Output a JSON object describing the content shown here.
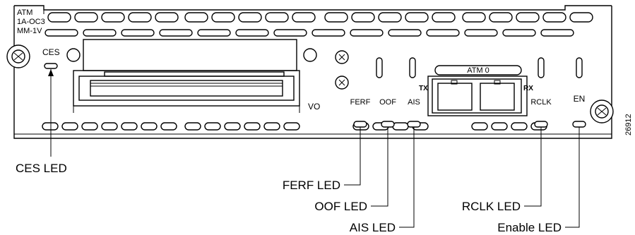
{
  "panel": {
    "module_label": [
      "ATM",
      "1A-OC3",
      "MM-1V"
    ],
    "ces_label": "CES",
    "vo_label": "VO",
    "led_labels": {
      "ferf": "FERF",
      "oof": "OOF",
      "ais": "AIS",
      "rclk": "RCLK",
      "en": "EN"
    },
    "port_label": "ATM 0",
    "tx_label": "TX",
    "rx_label": "RX"
  },
  "callouts": {
    "ces": "CES LED",
    "ferf": "FERF LED",
    "oof": "OOF LED",
    "ais": "AIS LED",
    "rclk": "RCLK LED",
    "enable": "Enable LED"
  },
  "figure_number": "26912"
}
